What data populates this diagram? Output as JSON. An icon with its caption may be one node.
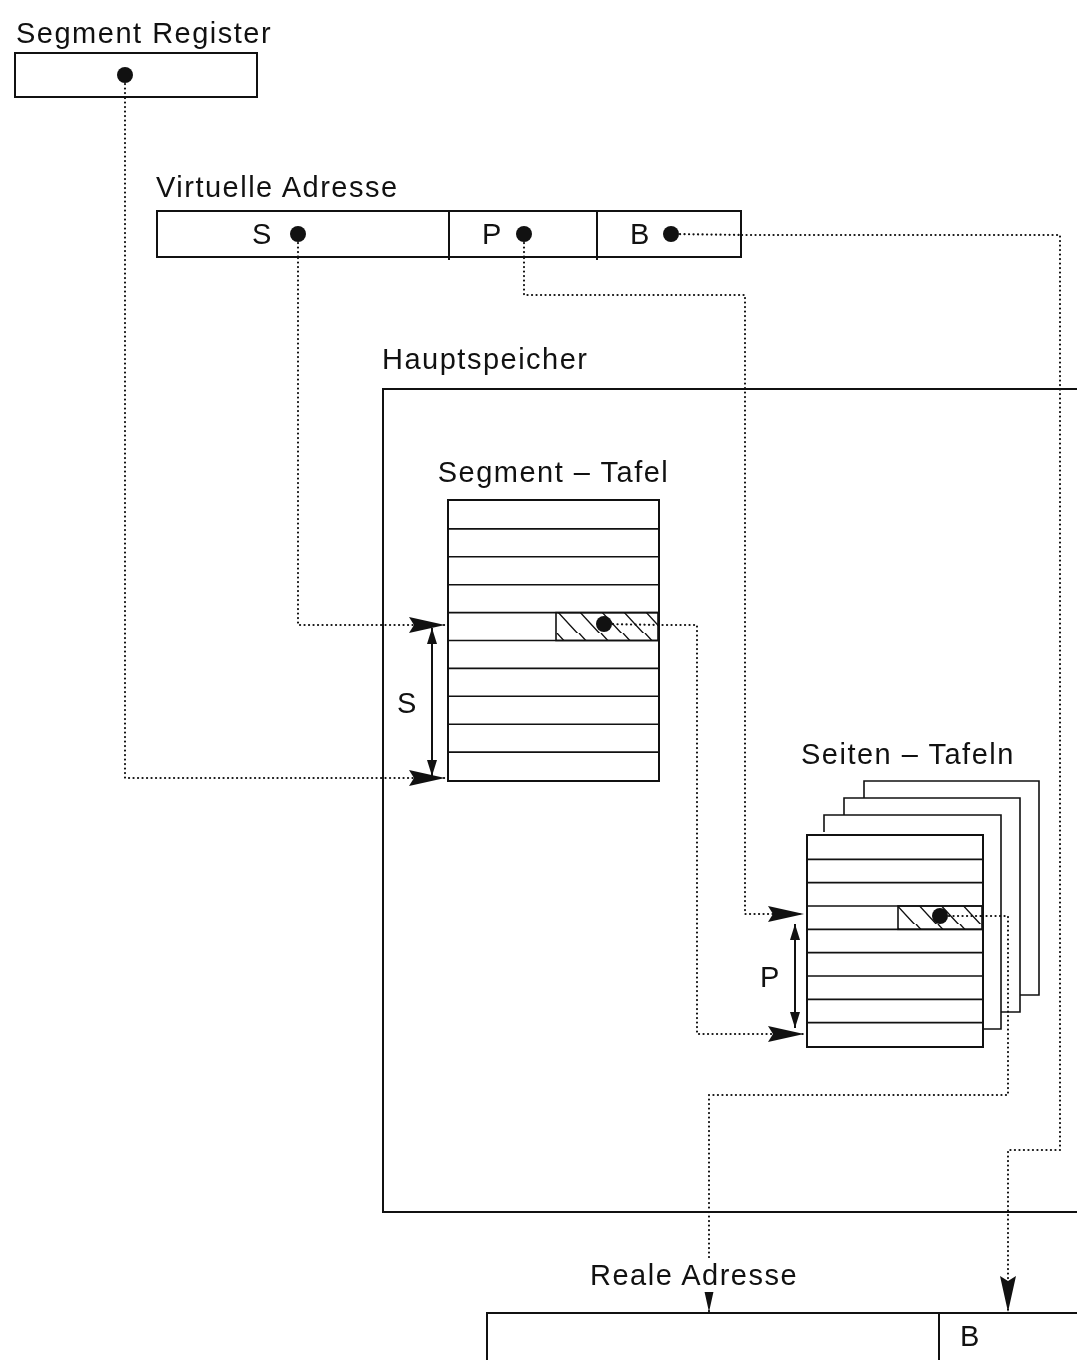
{
  "diagram": {
    "nodes": [
      {
        "text": [
          "Segment Register"
        ]
      },
      {
        "text": [
          "Virtuelle Adresse"
        ]
      },
      {
        "text": [
          "S"
        ],
        "in": 1
      },
      {
        "text": [
          "P"
        ],
        "in": 1
      },
      {
        "text": [
          "B"
        ],
        "in": 1
      },
      {
        "text": [
          "Hauptspeicher"
        ]
      },
      {
        "text": [
          "Segment – Tafel"
        ],
        "in": 5
      },
      {
        "text": [
          "Seiten – Tafeln"
        ],
        "in": 5
      },
      {
        "text": [
          "Reale Adresse"
        ]
      },
      {
        "text": [],
        "shape": "box",
        "in": 8
      },
      {
        "text": [
          "B"
        ],
        "in": 8
      }
    ],
    "edges": [
      {
        "from": 0,
        "to": 6,
        "arrow": "to"
      },
      {
        "from": 2,
        "to": 6,
        "arrow": "to"
      },
      {
        "from": 3,
        "to": 7,
        "arrow": "to"
      },
      {
        "from": 6,
        "to": 7,
        "arrow": "to"
      },
      {
        "from": 7,
        "to": 9,
        "arrow": "to"
      },
      {
        "from": 4,
        "to": 10,
        "arrow": "to"
      }
    ],
    "labels": [
      "S",
      "P"
    ]
  }
}
